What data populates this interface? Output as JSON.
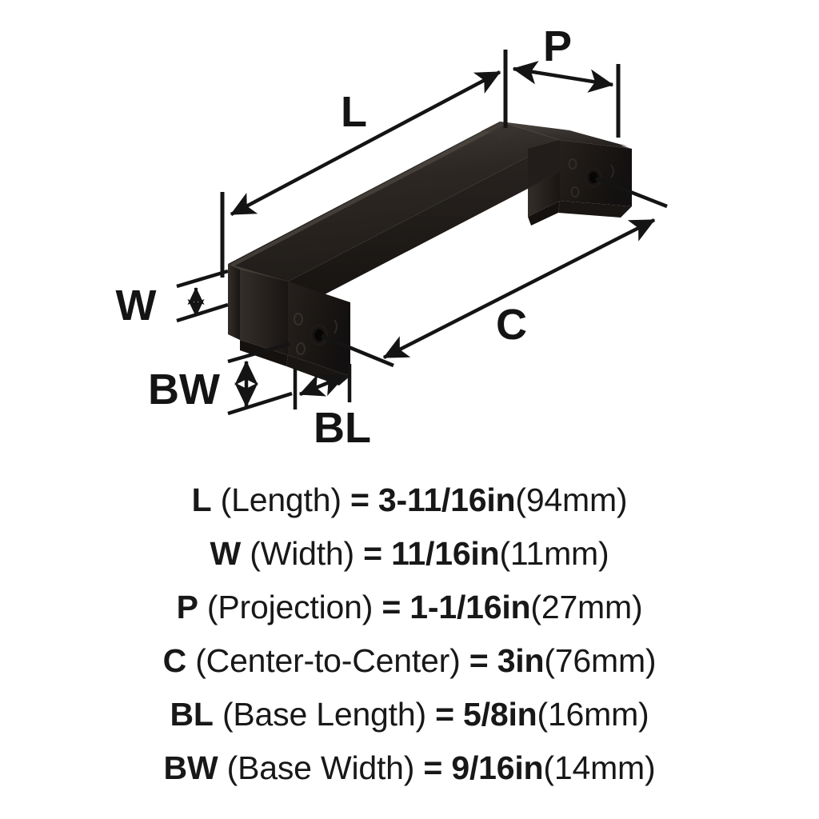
{
  "product": {
    "type": "cabinet-bar-pull",
    "finish_color": "#1d1a18",
    "background_color": "#ffffff",
    "line_color": "#141414"
  },
  "diagram": {
    "labels": {
      "length": "L",
      "width": "W",
      "projection": "P",
      "center_to_center": "C",
      "base_length": "BL",
      "base_width": "BW"
    }
  },
  "specs": [
    {
      "code": "L",
      "name": " (Length)",
      "equals": " = ",
      "imperial": "3-11/16in",
      "metric": "(94mm)"
    },
    {
      "code": "W",
      "name": " (Width)",
      "equals": " = ",
      "imperial": "11/16in",
      "metric": "(11mm)"
    },
    {
      "code": "P",
      "name": " (Projection)",
      "equals": " = ",
      "imperial": "1-1/16in",
      "metric": "(27mm)"
    },
    {
      "code": "C",
      "name": " (Center-to-Center)",
      "equals": " = ",
      "imperial": "3in",
      "metric": "(76mm)"
    },
    {
      "code": "BL",
      "name": " (Base Length)",
      "equals": " = ",
      "imperial": "5/8in",
      "metric": "(16mm)"
    },
    {
      "code": "BW",
      "name": " (Base Width)",
      "equals": " = ",
      "imperial": "9/16in",
      "metric": "(14mm)"
    }
  ]
}
